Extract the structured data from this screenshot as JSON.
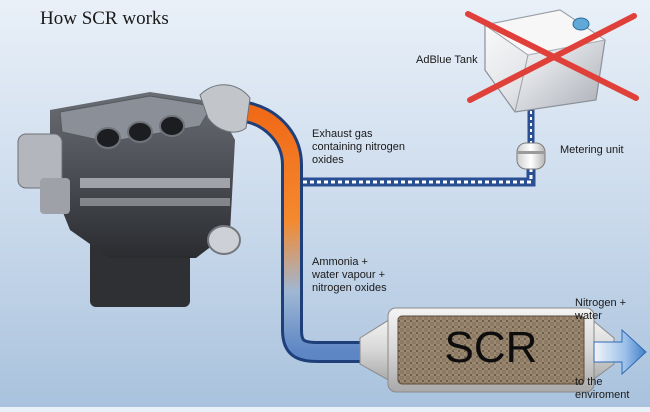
{
  "title": "How SCR works",
  "labels": {
    "adblue_tank": "AdBlue Tank",
    "metering_unit": "Metering unit",
    "exhaust_gas": "Exhaust gas\ncontaining nitrogen\noxides",
    "ammonia": "Ammonia +\nwater vapour +\nnitrogen oxides",
    "nitrogen_water": "Nitrogen +\nwater",
    "to_environment": "to the\nenviroment",
    "scr": "SCR"
  },
  "colors": {
    "cross": "#e0403a",
    "exhaust_hot": "#f06a18",
    "pipe_blue": "#3f6fb4",
    "outlet_arrow": "#3f7fc8"
  }
}
